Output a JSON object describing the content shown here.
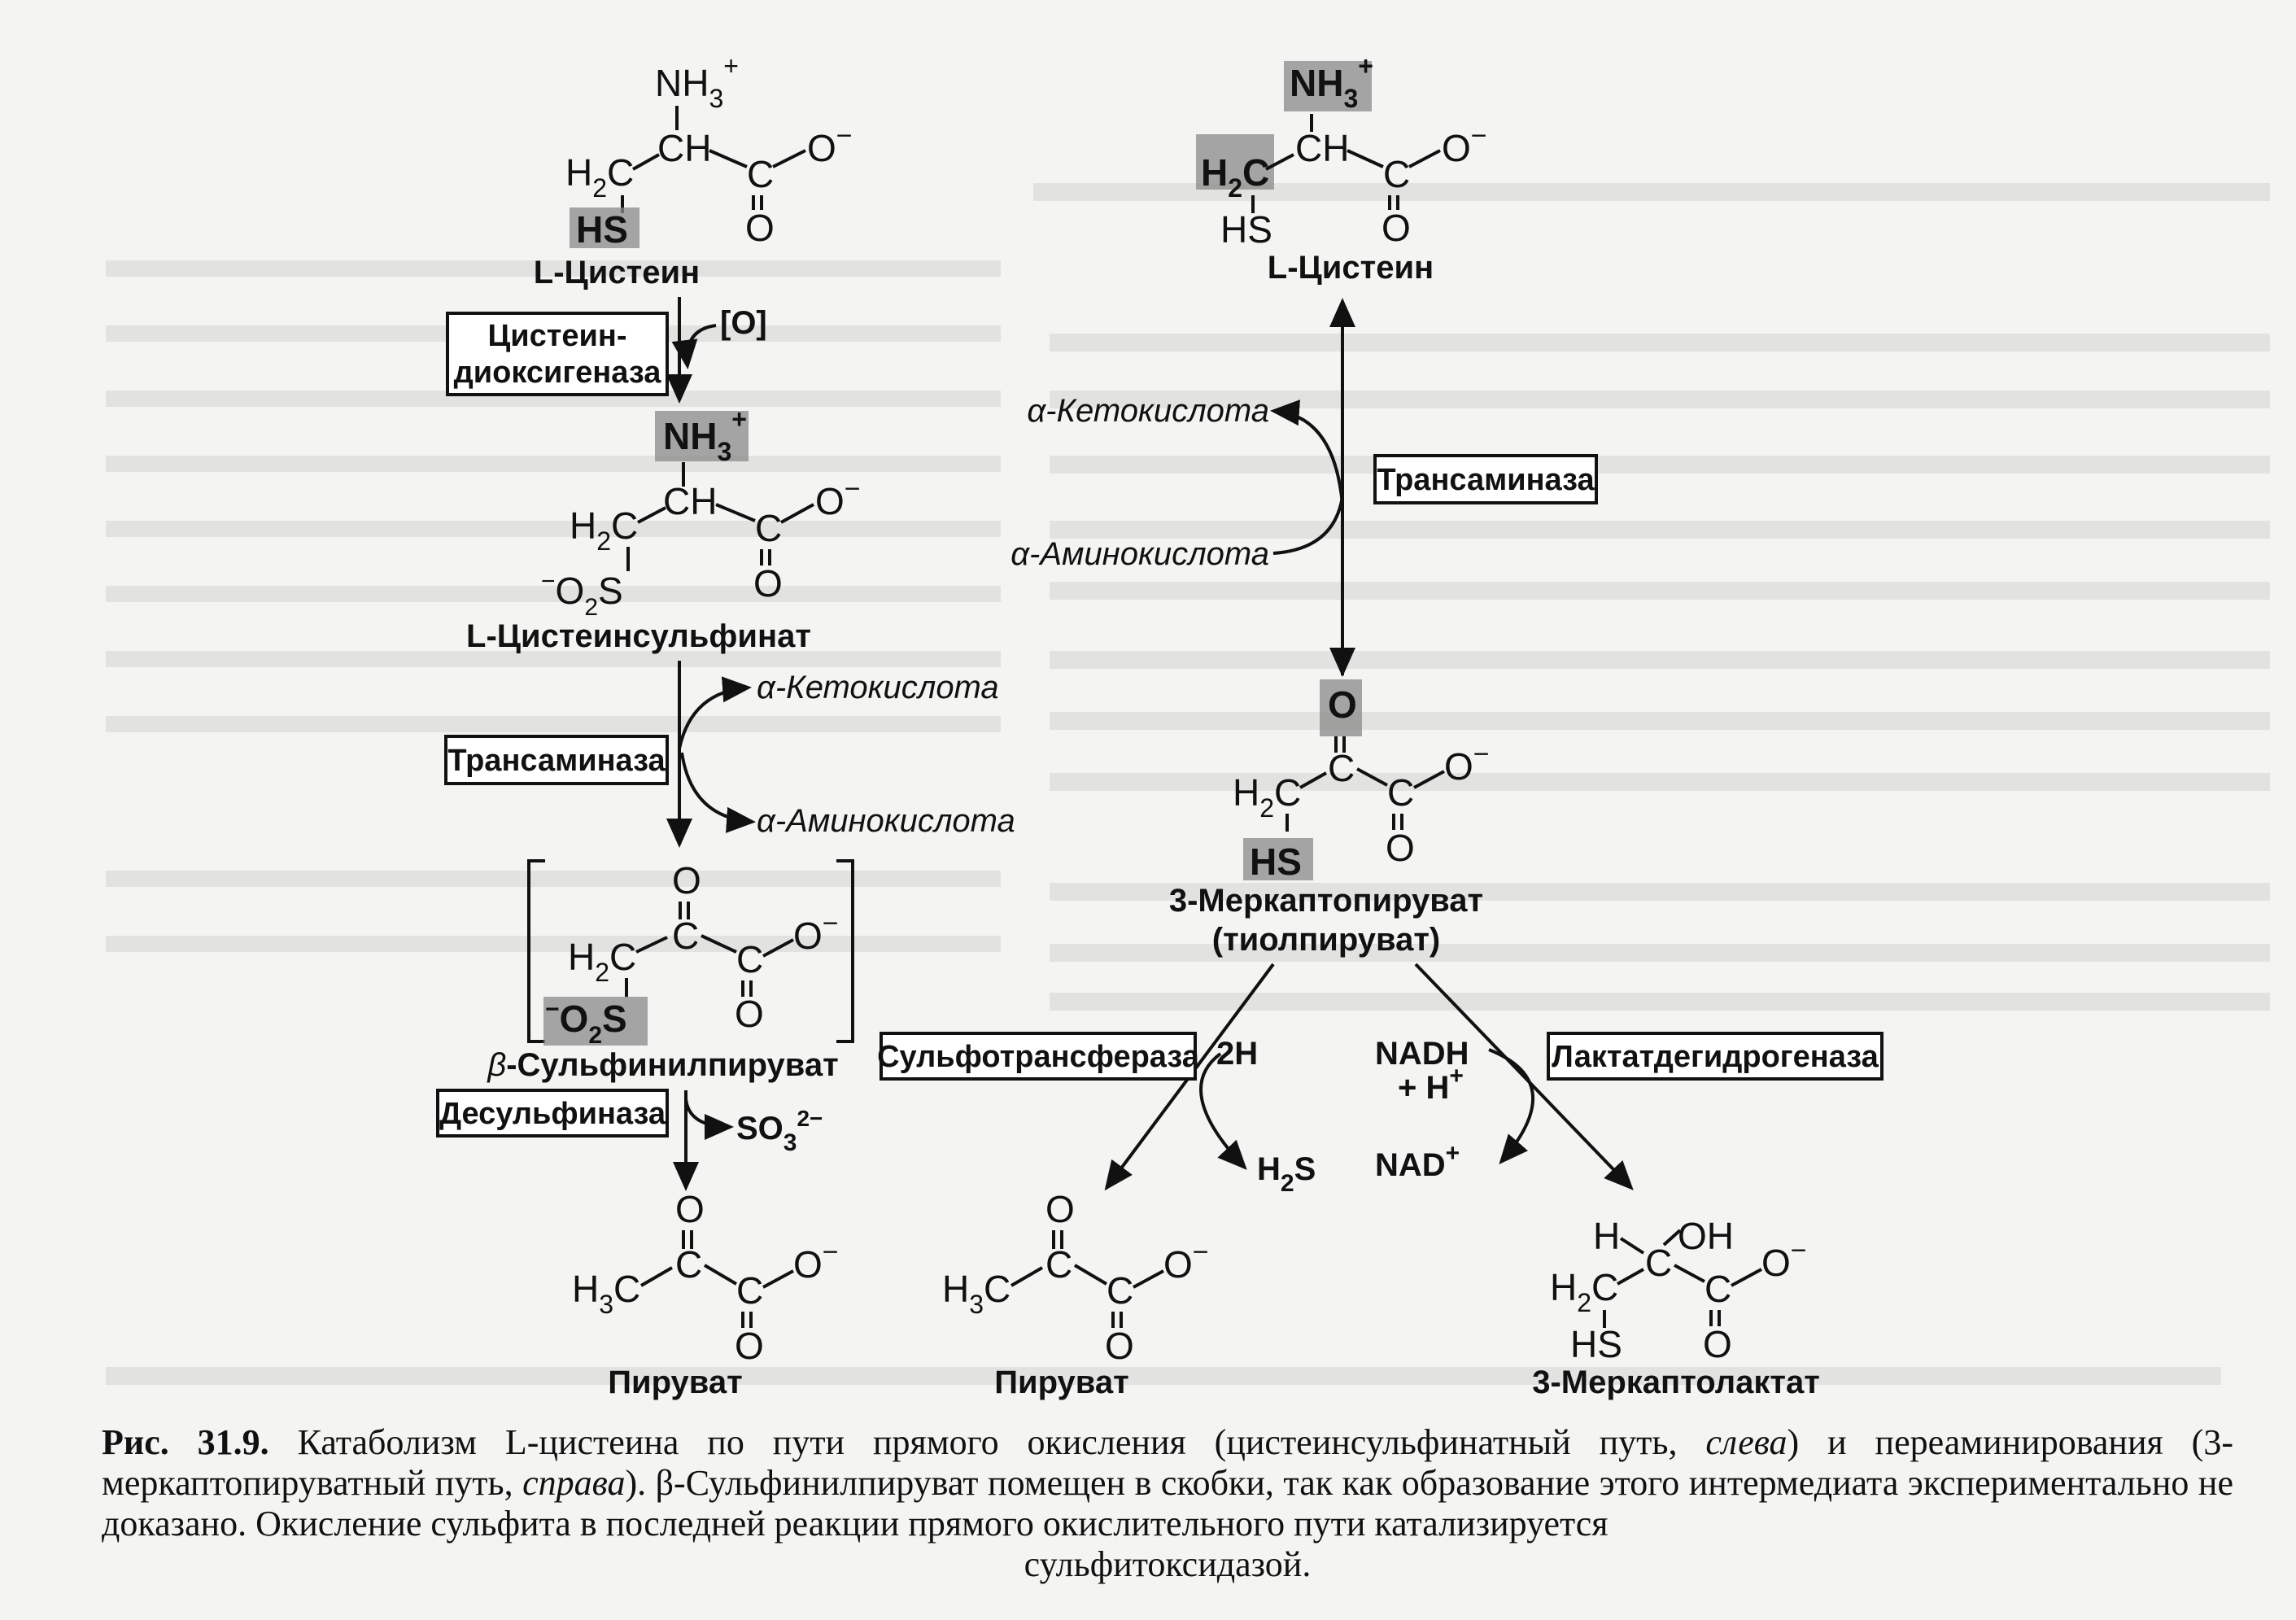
{
  "left_path": {
    "cysteine": {
      "nh3": "NH",
      "nh3_sub": "3",
      "nh3_sup": "+",
      "ch": "CH",
      "h2c": "H",
      "h2c_sub": "2",
      "h2c_c": "C",
      "c": "C",
      "o_minus": "O",
      "o_minus_sup": "−",
      "o": "O",
      "sh": "HS",
      "name": "L-Цистеин"
    },
    "enzyme1_line1": "Цистеин-",
    "enzyme1_line2": "диоксигеназа",
    "oxygen": "[O]",
    "sulfinate": {
      "nh3": "NH",
      "nh3_sub": "3",
      "nh3_sup": "+",
      "ch": "CH",
      "h2c": "H",
      "h2c_sub": "2",
      "h2c_c": "C",
      "c": "C",
      "o_minus": "O",
      "o_minus_sup": "−",
      "o": "O",
      "s_pre": "O",
      "s_pre_sub": "2",
      "s_pre_sup": "−",
      "s": "S",
      "name": "L-Цистеинсульфинат"
    },
    "keto_in": "α-Кетокислота",
    "amino_out": "α-Аминокислота",
    "enzyme2": "Трансаминаза",
    "sulfinylpyruvate": {
      "o_top": "O",
      "c_top": "C",
      "c": "C",
      "o_minus": "O",
      "o_minus_sup": "−",
      "o": "O",
      "h2c": "H",
      "h2c_sub": "2",
      "h2c_c": "C",
      "s_pre": "O",
      "s_pre_sub": "2",
      "s_pre_sup": "−",
      "s": "S",
      "name_greek": "β",
      "name_rest": "-Сульфинилпируват"
    },
    "enzyme3": "Десульфиназа",
    "so3": "SO",
    "so3_sub": "3",
    "so3_sup": "2−",
    "pyruvate": {
      "o_top": "O",
      "c_top": "C",
      "h3c": "H",
      "h3c_sub": "3",
      "h3c_c": "C",
      "c": "C",
      "o_minus": "O",
      "o_minus_sup": "−",
      "o": "O",
      "name": "Пируват"
    }
  },
  "right_path": {
    "cysteine": {
      "nh3": "NH",
      "nh3_sub": "3",
      "nh3_sup": "+",
      "ch": "CH",
      "h2c": "H",
      "h2c_sub": "2",
      "h2c_c": "C",
      "c": "C",
      "o_minus": "O",
      "o_minus_sup": "−",
      "o": "O",
      "sh": "HS",
      "name": "L-Цистеин"
    },
    "keto_out": "α-Кетокислота",
    "amino_in": "α-Аминокислота",
    "enzyme_transaminase": "Трансаминаза",
    "mercaptopyruvate": {
      "o_top": "O",
      "c_top": "C",
      "h2c": "H",
      "h2c_sub": "2",
      "h2c_c": "C",
      "c": "C",
      "o_minus": "O",
      "o_minus_sup": "−",
      "o": "O",
      "sh": "HS",
      "name1": "3-Меркаптопируват",
      "name2": "(тиолпируват)"
    },
    "enzyme_sulfotransferase": "Сульфотрансфераза",
    "two_h": "2H",
    "h2s": "H",
    "h2s_sub": "2",
    "h2s_s": "S",
    "nadh": "NADH",
    "h_plus": "+ H",
    "h_plus_sup": "+",
    "nad": "NAD",
    "nad_sup": "+",
    "enzyme_ldh": "Лактатдегидрогеназа",
    "pyruvate": {
      "o_top": "O",
      "c_top": "C",
      "h3c": "H",
      "h3c_sub": "3",
      "h3c_c": "C",
      "c": "C",
      "o_minus": "O",
      "o_minus_sup": "−",
      "o": "O",
      "name": "Пируват"
    },
    "mercaptolactate": {
      "h": "H",
      "c_top": "C",
      "oh": "OH",
      "h2c": "H",
      "h2c_sub": "2",
      "h2c_c": "C",
      "c": "C",
      "o_minus": "O",
      "o_minus_sup": "−",
      "o": "O",
      "sh": "HS",
      "name": "3-Меркаптолактат"
    }
  },
  "caption": {
    "label": "Рис.  31.9.",
    "t1": " Катаболизм L-цистеина по пути прямого окисления (цистеинсульфинатный путь, ",
    "left_word": "слева",
    "t2": ") и переаминирования (3-меркаптопируватный путь, ",
    "right_word": "справа",
    "t3": "). β-Сульфинилпируват помещен в скобки, так как образование этого интермедиата экспериментально не доказано. Окисление сульфита в последней реакции прямого окислительного пути катализируется",
    "last_line": "сульфитоксидазой."
  }
}
